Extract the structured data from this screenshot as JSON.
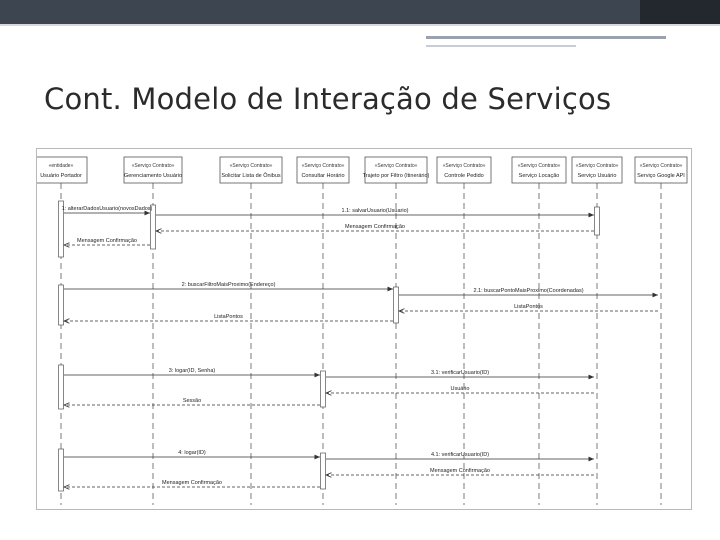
{
  "slide": {
    "title": "Cont. Modelo de Interação de Serviços"
  },
  "colors": {
    "header_bar": "#3d4550",
    "header_dark": "#23272e",
    "lifeline": "#444444",
    "message": "#333333"
  },
  "diagram": {
    "participants": [
      {
        "stereotype": "«entidade»",
        "name": "Usuário Portador"
      },
      {
        "stereotype": "«Serviço Contrato»",
        "name": "Gerenciamento Usuário"
      },
      {
        "stereotype": "«Serviço Contrato»",
        "name": "Solicitar Lista de Ônibus"
      },
      {
        "stereotype": "«Serviço Contrato»",
        "name": "Consultar Horário"
      },
      {
        "stereotype": "«Serviço Contrato»",
        "name": "Trajeto por Filtro (Itinerário)"
      },
      {
        "stereotype": "«Serviço Contrato»",
        "name": "Controle Pedido"
      },
      {
        "stereotype": "«Serviço Contrato»",
        "name": "Serviço Locação"
      },
      {
        "stereotype": "«Serviço Contrato»",
        "name": "Serviço Usuário"
      },
      {
        "stereotype": "«Serviço Contrato»",
        "name": "Serviço Google API"
      }
    ],
    "messages": [
      {
        "label": "1: alterarDadosUsuario(novosDados)"
      },
      {
        "label": "1.1: salvarUsuario(Usuario)"
      },
      {
        "label": "Mensagem Confirmação"
      },
      {
        "label": "Mensagem Confirmação"
      },
      {
        "label": "2: buscarFiltroMaisProximo(Endereço)"
      },
      {
        "label": "2.1: buscarPontoMaisProximo(Coordenadas)"
      },
      {
        "label": "ListaPontos"
      },
      {
        "label": "ListaPontos"
      },
      {
        "label": "3: logar(ID, Senha)"
      },
      {
        "label": "3.1: verificarUsuario(ID)"
      },
      {
        "label": "Usuário"
      },
      {
        "label": "Sessão"
      },
      {
        "label": "4: logar(ID)"
      },
      {
        "label": "4.1: verificarUsuario(ID)"
      },
      {
        "label": "Mensagem Confirmação"
      },
      {
        "label": "Mensagem Confirmação"
      }
    ]
  }
}
